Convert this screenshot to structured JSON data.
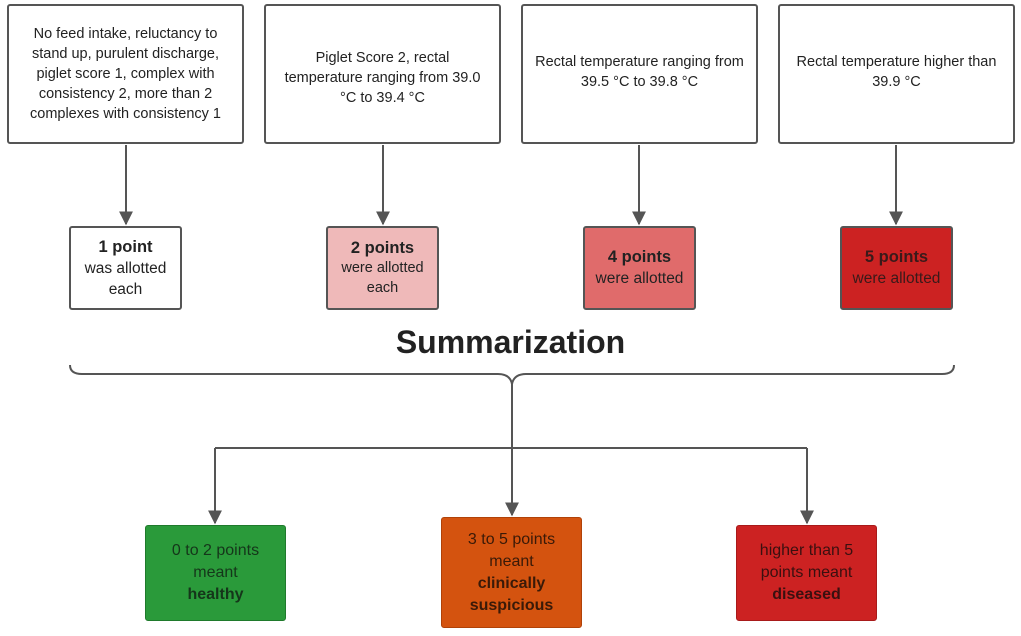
{
  "criteria": [
    {
      "text": "No feed intake, reluctancy to stand up, purulent discharge, piglet score 1, complex with consistency 2, more than 2 complexes with consistency 1"
    },
    {
      "text": "Piglet Score 2, rectal temperature ranging from 39.0 °C to 39.4 °C"
    },
    {
      "text": "Rectal temperature ranging from 39.5 °C to 39.8 °C"
    },
    {
      "text": "Rectal temperature higher than 39.9 °C"
    }
  ],
  "points": [
    {
      "bold": "1 point",
      "rest": "was allotted each",
      "color": "#ffffff"
    },
    {
      "bold": "2 points",
      "rest": "were allotted each",
      "color": "#efb9b9"
    },
    {
      "bold": "4 points",
      "rest": "were allotted",
      "color": "#e06b6b"
    },
    {
      "bold": "5 points",
      "rest": "were allotted",
      "color": "#cc2222"
    }
  ],
  "summary": {
    "title": "Summarization"
  },
  "outcomes": [
    {
      "pre": "0 to 2 points meant",
      "bold": "healthy",
      "color": "#2a9a3a"
    },
    {
      "pre": "3 to 5 points meant",
      "bold": "clinically suspicious",
      "color": "#d4530f"
    },
    {
      "pre": "higher than 5 points meant",
      "bold": "diseased",
      "color": "#cc2222"
    }
  ]
}
